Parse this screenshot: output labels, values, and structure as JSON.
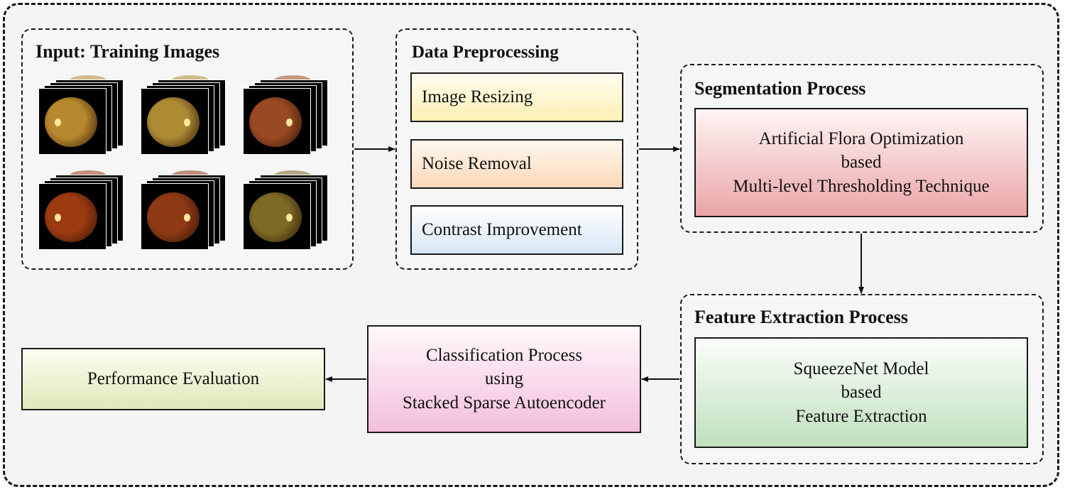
{
  "input": {
    "title": "Input: Training Images",
    "images": [
      {
        "icon": "retinal-fundus-image",
        "color": "#b7892e"
      },
      {
        "icon": "retinal-fundus-image",
        "color": "#ad8a34"
      },
      {
        "icon": "retinal-fundus-image",
        "color": "#9a4a22"
      },
      {
        "icon": "retinal-fundus-image",
        "color": "#9c3a12"
      },
      {
        "icon": "retinal-fundus-image",
        "color": "#8e3a14"
      },
      {
        "icon": "retinal-fundus-image",
        "color": "#7d6a25"
      }
    ]
  },
  "preprocessing": {
    "title": "Data Preprocessing",
    "steps": [
      "Image Resizing",
      "Noise Removal",
      "Contrast Improvement"
    ],
    "colors": [
      "#fcf3c6",
      "#fbe2c9",
      "#dde9f5"
    ]
  },
  "segmentation": {
    "title": "Segmentation Process",
    "lines": [
      "Artificial Flora Optimization",
      "based",
      "Multi-level Thresholding Technique"
    ],
    "color": "#f2c6c6"
  },
  "feature_extraction": {
    "title": "Feature Extraction Process",
    "lines": [
      "SqueezeNet Model",
      "based",
      "Feature Extraction"
    ],
    "color": "#d6ecd5"
  },
  "classification": {
    "lines": [
      "Classification Process",
      "using",
      "Stacked Sparse Autoencoder"
    ],
    "color": "#f6d5e6"
  },
  "evaluation": {
    "label": "Performance Evaluation",
    "color": "#eef2d6"
  }
}
